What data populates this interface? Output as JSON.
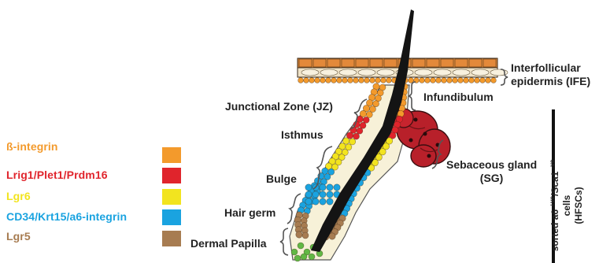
{
  "legend": [
    {
      "label": "ß-integrin",
      "color": "#f39a2c"
    },
    {
      "label": "Lrig1/Plet1/Prdm16",
      "color": "#e0242c"
    },
    {
      "label": "Lgr6",
      "color": "#f2e41f"
    },
    {
      "label": "CD34/Krt15/a6-integrin",
      "color": "#1aa3e0"
    },
    {
      "label": "Lgr5",
      "color": "#a77c51"
    }
  ],
  "regions": {
    "ife": "Interfollicular\nepidermis (IFE)",
    "infundibulum": "Infundibulum",
    "junctional_zone": "Junctional Zone (JZ)",
    "isthmus": "Isthmus",
    "sebaceous_gland": "Sebaceous gland\n(SG)",
    "bulge": "Bulge",
    "hair_germ": "Hair germ",
    "dermal_papilla": "Dermal Papilla"
  },
  "side_label": {
    "line1_prefix": "sorted a6 ",
    "line1_sup1": "+ve",
    "line1_mid": "/Sca1 ",
    "line1_sup2": "-ve",
    "line1_suffix": " cells",
    "line2": "(HFSCs)"
  }
}
